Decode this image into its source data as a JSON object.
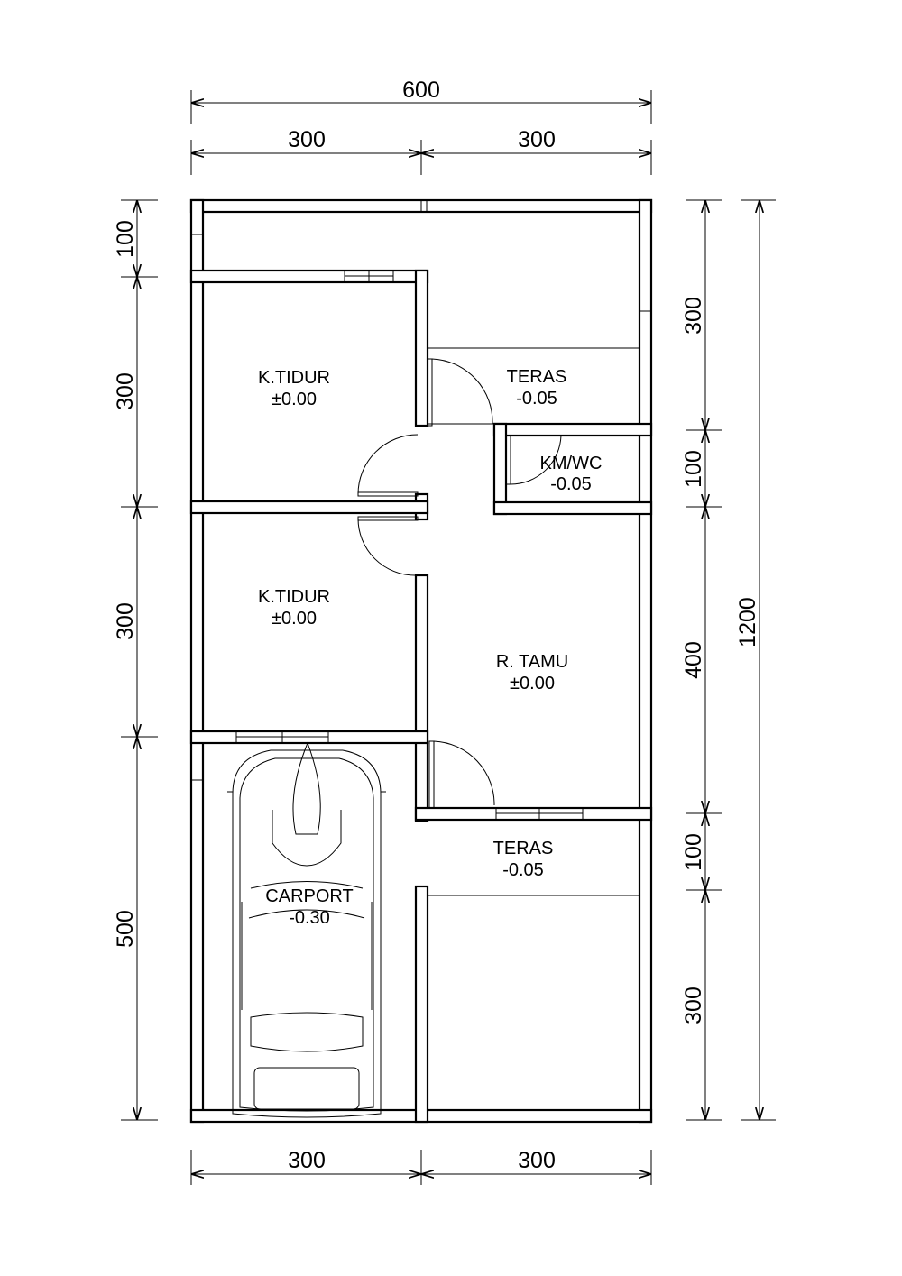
{
  "dimensions": {
    "top_total": "600",
    "top_left": "300",
    "top_right": "300",
    "bottom_left": "300",
    "bottom_right": "300",
    "left_1": "100",
    "left_2": "300",
    "left_3": "300",
    "left_4": "500",
    "right_1": "300",
    "right_2": "100",
    "right_3": "400",
    "right_4": "100",
    "right_5": "300",
    "right_total": "1200"
  },
  "rooms": {
    "bedroom_1": {
      "name": "K.TIDUR",
      "level": "±0.00"
    },
    "bedroom_2": {
      "name": "K.TIDUR",
      "level": "±0.00"
    },
    "terrace_top": {
      "name": "TERAS",
      "level": "-0.05"
    },
    "bathroom": {
      "name": "KM/WC",
      "level": "-0.05"
    },
    "living_room": {
      "name": "R. TAMU",
      "level": "±0.00"
    },
    "terrace_bottom": {
      "name": "TERAS",
      "level": "-0.05"
    },
    "carport": {
      "name": "CARPORT",
      "level": "-0.30"
    }
  }
}
